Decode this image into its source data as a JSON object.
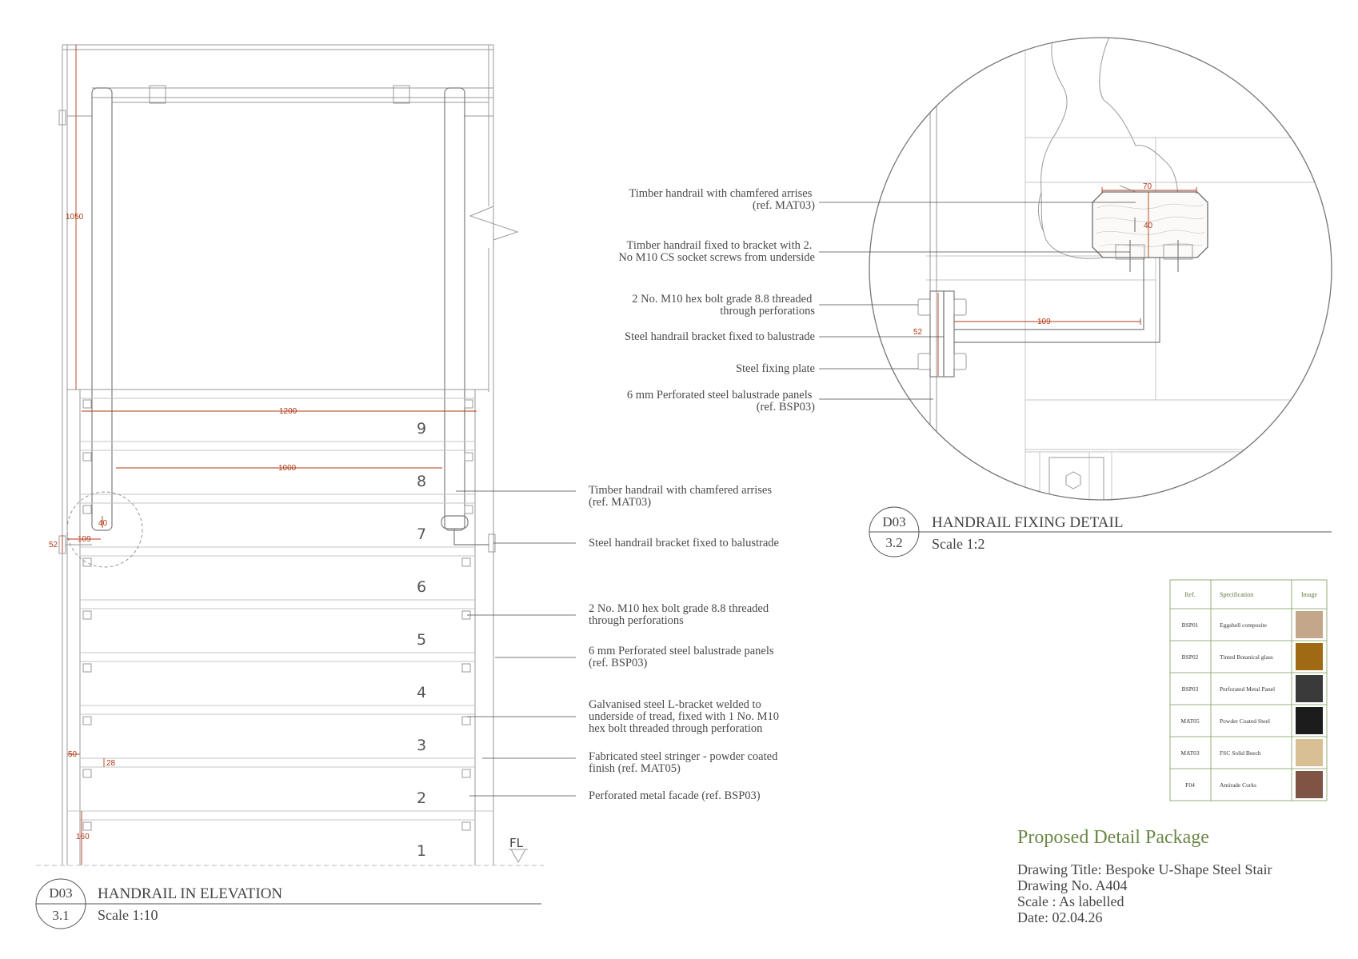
{
  "elevation": {
    "ref_code": "D03",
    "ref_number": "3.1",
    "title": "HANDRAIL IN ELEVATION",
    "scale": "Scale 1:10",
    "floor_level": "FL",
    "step_numbers": [
      "9",
      "8",
      "7",
      "6",
      "5",
      "4",
      "3",
      "2",
      "1"
    ],
    "dimensions": {
      "height": "1050",
      "width_outer": "1200",
      "width_inner": "1000",
      "rail_depth": "40",
      "bracket_projection": "109",
      "bracket_height": "52",
      "stringer_offset": "50",
      "tread_thickness": "28",
      "bottom_rise": "160"
    },
    "notes": [
      [
        "Timber handrail with chamfered arrises",
        "(ref. MAT03)"
      ],
      [
        "Steel handrail bracket fixed to balustrade"
      ],
      [
        "2 No. M10 hex bolt grade 8.8 threaded",
        "through perforations"
      ],
      [
        "6 mm Perforated steel balustrade panels",
        "(ref. BSP03)"
      ],
      [
        "Galvanised steel L-bracket welded to",
        "underside of tread, fixed with 1 No. M10",
        "hex bolt threaded through perforation"
      ],
      [
        "Fabricated steel stringer - powder coated",
        "finish (ref. MAT05)"
      ],
      [
        "Perforated metal facade (ref. BSP03)"
      ]
    ]
  },
  "detail": {
    "ref_code": "D03",
    "ref_number": "3.2",
    "title": "HANDRAIL FIXING DETAIL",
    "scale": "Scale 1:2",
    "dimensions": {
      "rail_width": "70",
      "rail_depth": "40",
      "projection": "109",
      "plate_height": "52"
    },
    "notes": [
      [
        "Timber handrail with chamfered arrises",
        "(ref. MAT03)"
      ],
      [
        "Timber handrail fixed to bracket with 2.",
        "No M10 CS socket screws from underside"
      ],
      [
        "2 No. M10 hex bolt grade 8.8 threaded",
        "through perforations"
      ],
      [
        "Steel handrail bracket fixed to balustrade"
      ],
      [
        "Steel fixing plate"
      ],
      [
        "6 mm Perforated steel balustrade panels",
        "(ref. BSP03)"
      ]
    ]
  },
  "materials": {
    "headers": [
      "Ref.",
      "Specification",
      "Image"
    ],
    "rows": [
      {
        "ref": "BSP01",
        "spec": "Eggshell composite",
        "swatch": "#c4a68a"
      },
      {
        "ref": "BSP02",
        "spec": "Tinted Botanical glass",
        "swatch": "#a06a14"
      },
      {
        "ref": "BSP03",
        "spec": "Perforated Metal Panel",
        "swatch": "#3a3a3a"
      },
      {
        "ref": "MAT05",
        "spec": "Powder Coated Steel",
        "swatch": "#1c1c1c"
      },
      {
        "ref": "MAT03",
        "spec": "FSC Solid Beech",
        "swatch": "#d8bf94"
      },
      {
        "ref": "F04",
        "spec": "Amirade Corks",
        "swatch": "#7e5444"
      }
    ]
  },
  "title_block": {
    "package": "Proposed Detail Package",
    "drawing_title": "Drawing Title: Bespoke U-Shape Steel Stair",
    "drawing_no": "Drawing No. A404",
    "scale": "Scale : As labelled",
    "date": "Date: 02.04.26"
  },
  "colors": {
    "dimension": "#b23a17",
    "package_title": "#6b8747",
    "line": "#9a9a9a"
  }
}
